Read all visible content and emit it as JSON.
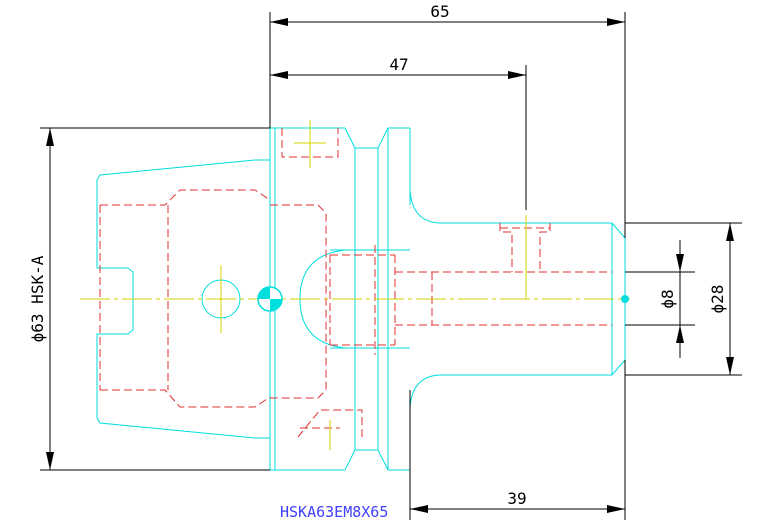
{
  "drawing": {
    "part_label": "HSKA63EM8X65",
    "dimensions": {
      "overall_length": "65",
      "partial_length": "47",
      "shank_length": "39",
      "flange_diameter": "ϕ63 HSK-A",
      "bore_diameter": "ϕ8",
      "shank_diameter": "ϕ28"
    },
    "colors": {
      "outline": "#00e5e5",
      "hidden": "#e53030",
      "centerline": "#e8e000",
      "dimension": "#000000",
      "label": "#4040ff"
    }
  }
}
